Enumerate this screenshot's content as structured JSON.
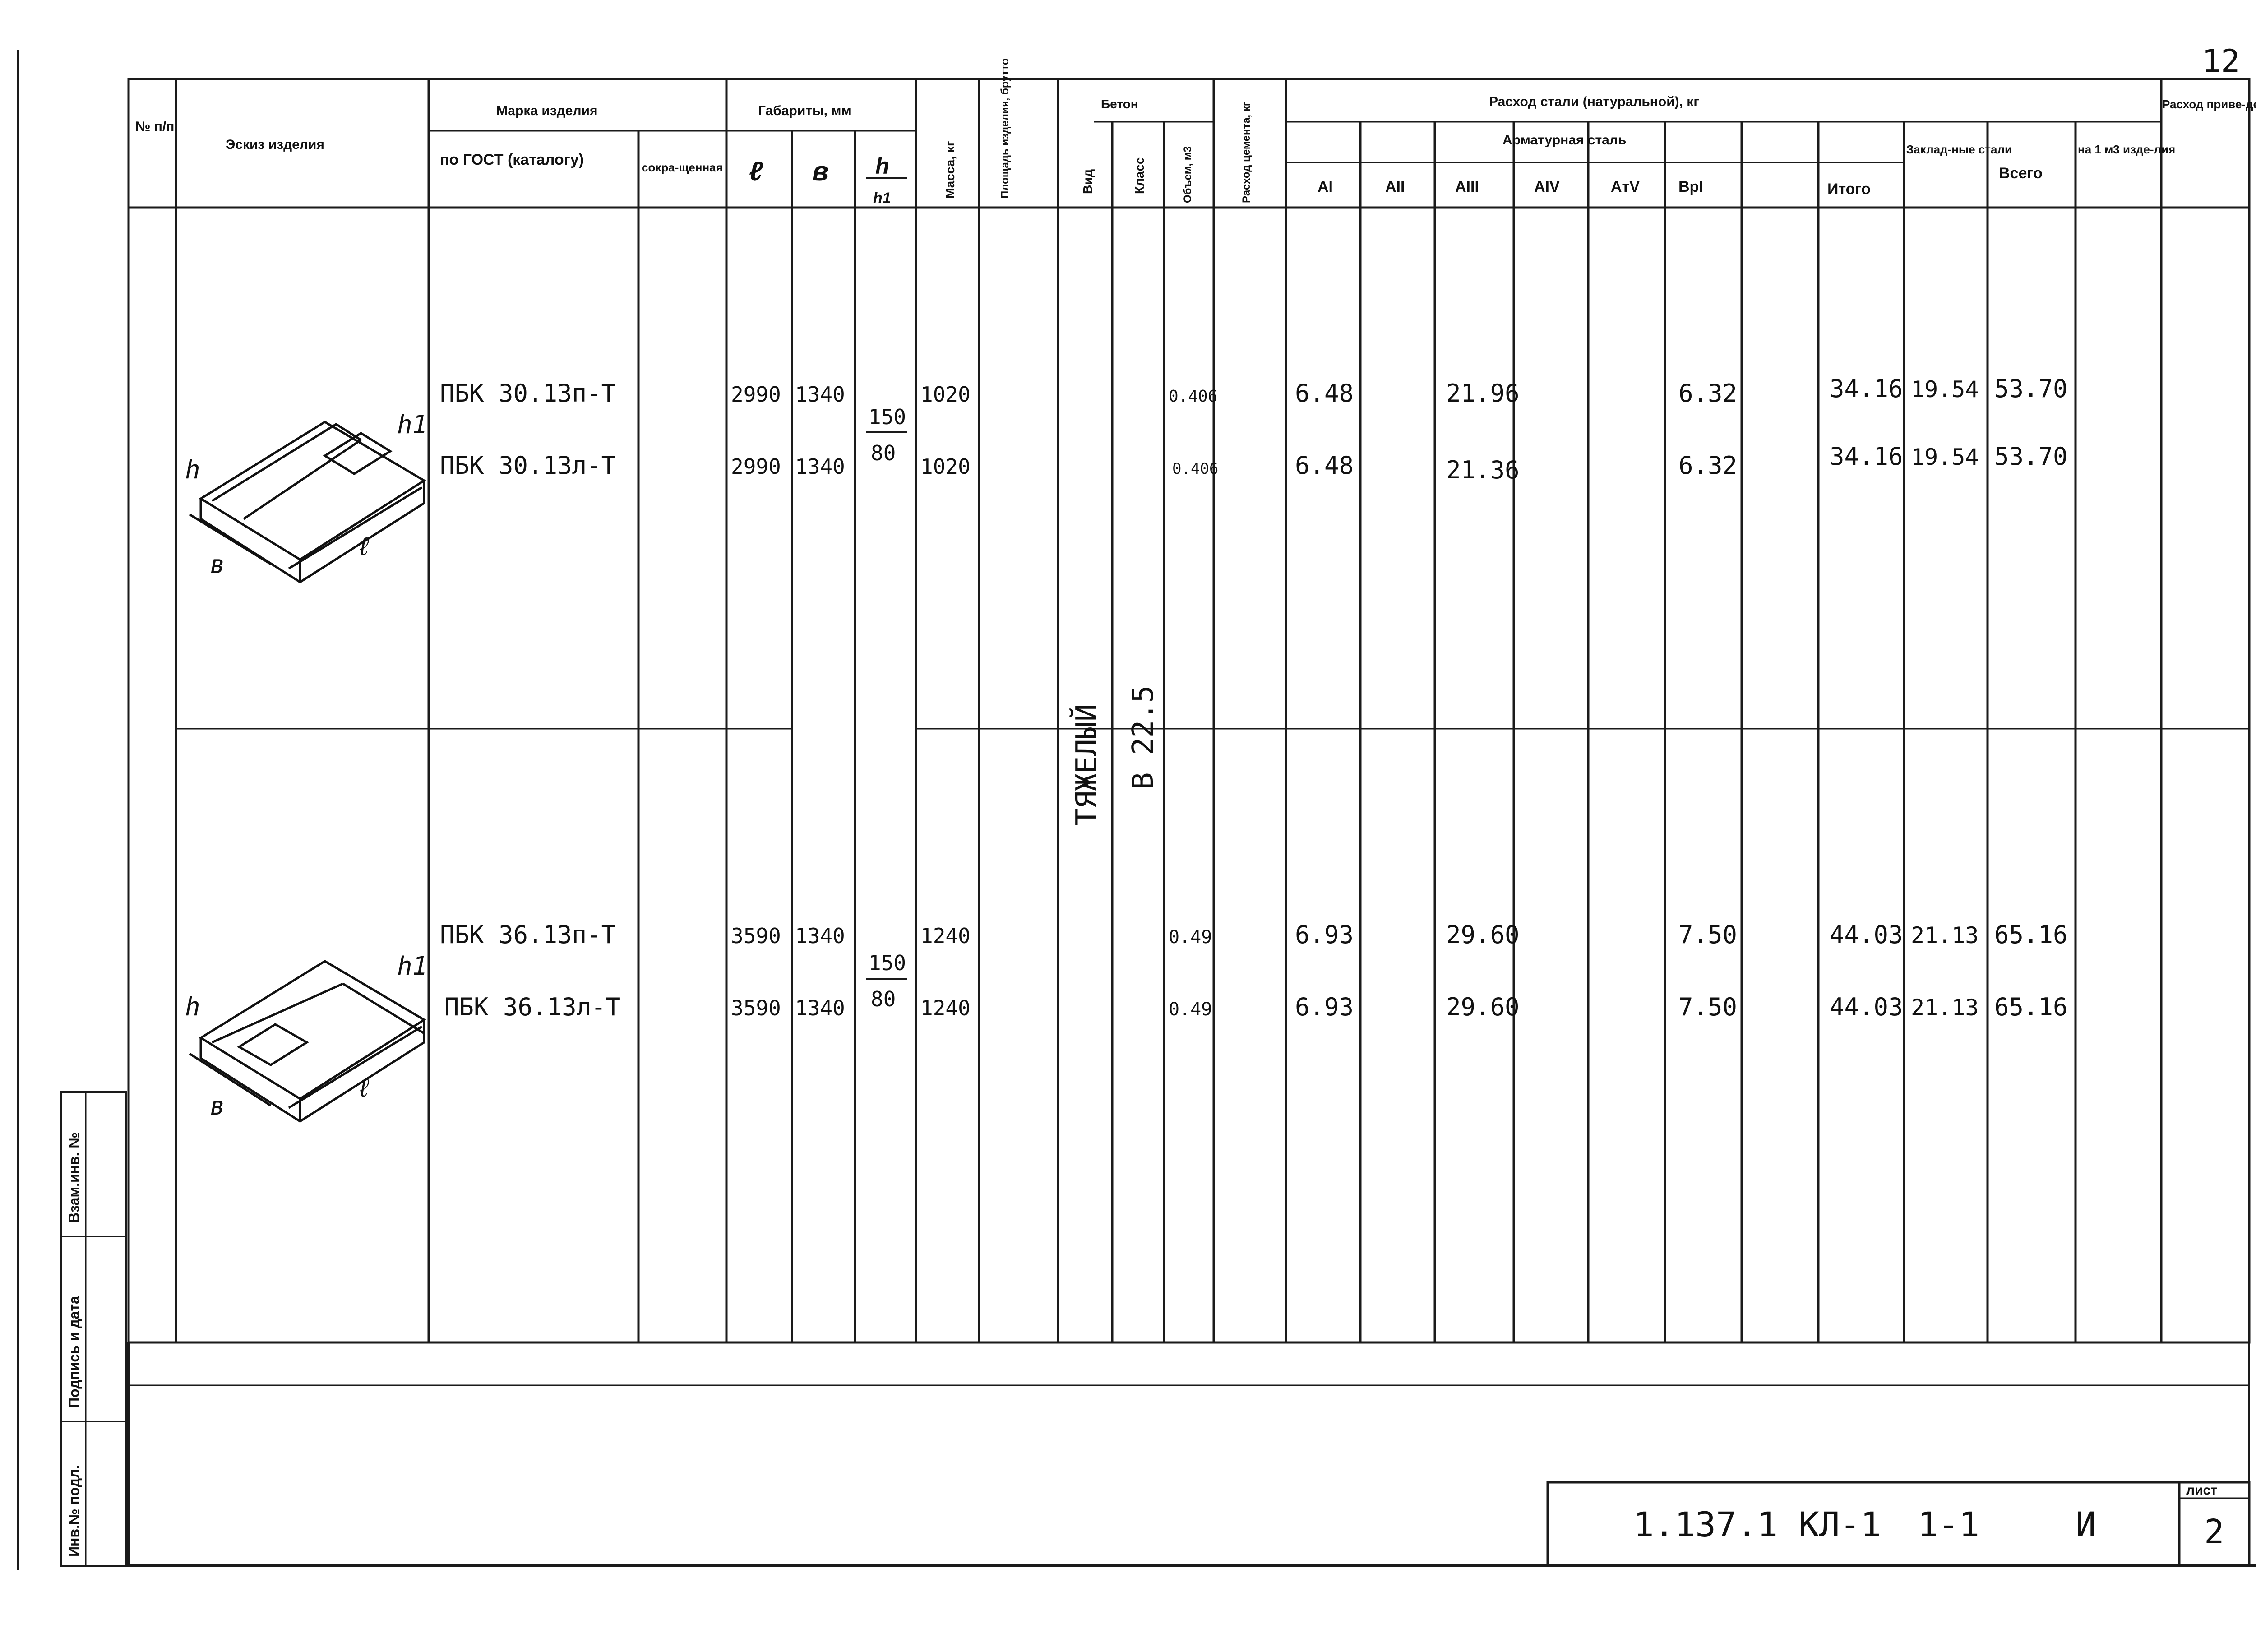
{
  "page_number": "12",
  "header": {
    "col_no": "№ п/п",
    "col_sketch": "Эскиз изделия",
    "col_mark_group": "Марка изделия",
    "col_mark_gost": "по ГОСТ (каталогу)",
    "col_mark_short": "сокра-щенная",
    "col_dims_group": "Габариты, мм",
    "dim_l": "ℓ",
    "dim_b": "в",
    "dim_h": "h",
    "dim_h1": "h1",
    "col_mass": "Масса, кг",
    "col_area": "Площадь изделия, брутто",
    "col_concrete_group": "Бетон",
    "col_concrete_type": "Вид",
    "col_concrete_class": "Класс",
    "col_concrete_volume": "Объем, м3",
    "col_cement": "Расход цемента, кг",
    "col_steel_group": "Расход стали (натуральной), кг",
    "col_rebar_group": "Арматурная сталь",
    "rebar_cols": [
      "AI",
      "AII",
      "AIII",
      "AIV",
      "AтV",
      "BpI",
      "",
      "Итого"
    ],
    "col_embedded": "Заклад-ные стали",
    "col_total": "Всего",
    "col_per_m3": "на 1 м3 изде-лия",
    "col_reduced": "Расход приве-денной стали, кг"
  },
  "concrete_type": "ТЯЖЕЛЫЙ",
  "concrete_class": "В 22.5",
  "rows": [
    {
      "mark": "ПБК 30.13п-Т",
      "l": "2990",
      "b": "1340",
      "h": "150",
      "h1": "80",
      "mass": "1020",
      "volume": "0.406",
      "AI": "6.48",
      "AIII": "21.96",
      "BpI": "6.32",
      "total_rebar": "34.16",
      "embedded": "19.54",
      "total": "53.70"
    },
    {
      "mark": "ПБК 30.13л-Т",
      "l": "2990",
      "b": "1340",
      "h": "",
      "h1": "",
      "mass": "1020",
      "volume": "0.406",
      "AI": "6.48",
      "AIII": "21.36",
      "BpI": "6.32",
      "total_rebar": "34.16",
      "embedded": "19.54",
      "total": "53.70"
    },
    {
      "mark": "ПБК 36.13п-Т",
      "l": "3590",
      "b": "1340",
      "h": "150",
      "h1": "80",
      "mass": "1240",
      "volume": "0.49",
      "AI": "6.93",
      "AIII": "29.60",
      "BpI": "7.50",
      "total_rebar": "44.03",
      "embedded": "21.13",
      "total": "65.16"
    },
    {
      "mark": "ПБК 36.13л-Т",
      "l": "3590",
      "b": "1340",
      "h": "",
      "h1": "",
      "mass": "1240",
      "volume": "0.49",
      "AI": "6.93",
      "AIII": "29.60",
      "BpI": "7.50",
      "total_rebar": "44.03",
      "embedded": "21.13",
      "total": "65.16"
    }
  ],
  "sketch_labels": {
    "h": "h",
    "h1": "h1",
    "l": "ℓ",
    "b": "в"
  },
  "side_stamp": [
    "Взам.инв. №",
    "Подпись и дата",
    "Инв.№ подл."
  ],
  "stamp": {
    "code": "1.137.1 КЛ-1",
    "issue": "1-1",
    "letter": "И",
    "sheet_label": "лист",
    "sheet": "2"
  }
}
